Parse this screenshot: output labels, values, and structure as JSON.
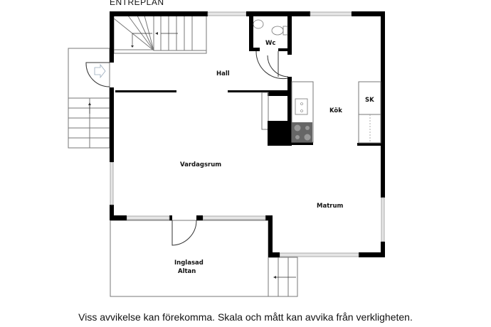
{
  "plan": {
    "title": "ENTREPLAN",
    "rooms": {
      "hall": "Hall",
      "wc": "Wc",
      "kok": "Kök",
      "sk": "SK",
      "vardagsrum": "Vardagsrum",
      "matrum": "Matrum",
      "altan_line1": "Inglasad",
      "altan_line2": "Altan"
    },
    "disclaimer": "Viss avvikelse kan förekomma. Skala och mått kan avvika från verkligheten."
  }
}
